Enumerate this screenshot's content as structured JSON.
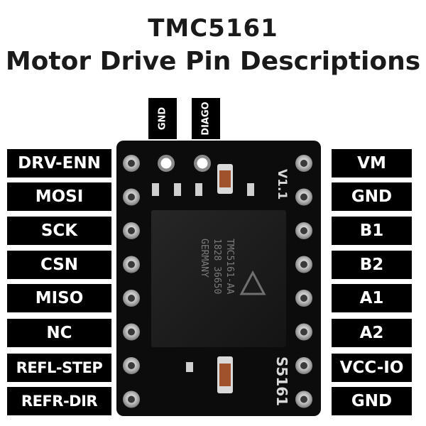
{
  "title_line1": "TMC5161",
  "title_line2": "Motor Drive Pin Descriptions",
  "top_pins": [
    "GND",
    "DIAGO"
  ],
  "left_pins": [
    "DRV-ENN",
    "MOSI",
    "SCK",
    "CSN",
    "MISO",
    "NC",
    "REFL-STEP",
    "REFR-DIR"
  ],
  "right_pins": [
    "VM",
    "GND",
    "B1",
    "B2",
    "A1",
    "A2",
    "VCC-IO",
    "GND"
  ],
  "board": {
    "version_text": "V1.1",
    "model_text": "S5161",
    "chip_text": [
      "TMC5161-AA",
      "1828 36650",
      "GERMANY"
    ],
    "pcb_color": "#0c0c0c",
    "chip_color": "#1c1c1c"
  }
}
